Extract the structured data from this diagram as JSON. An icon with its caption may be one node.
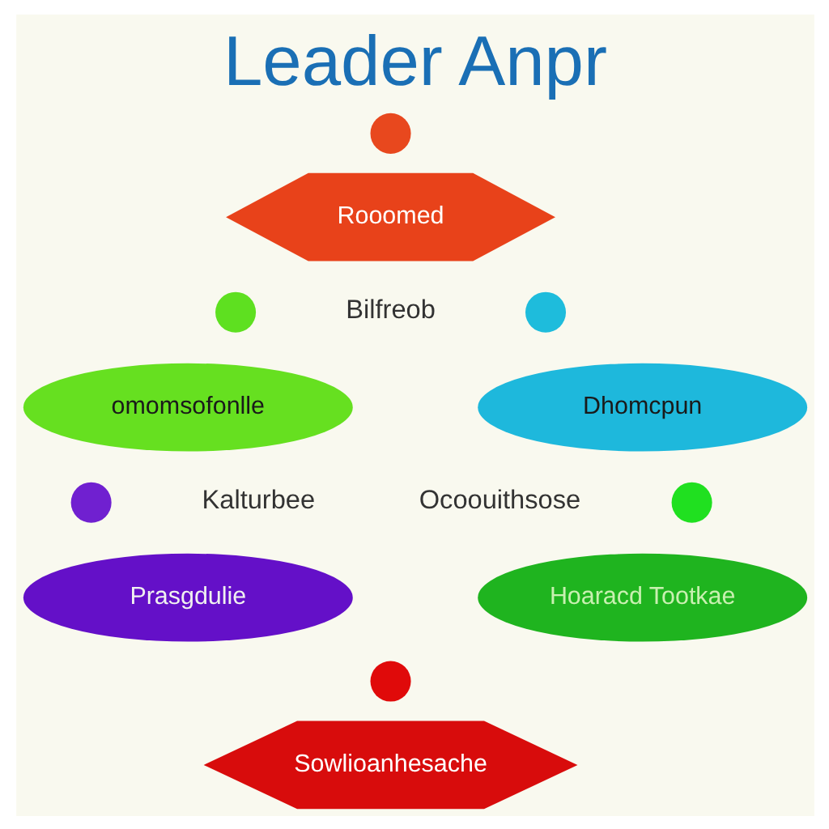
{
  "diagram": {
    "title": "Leader Anpr",
    "nodes": [
      {
        "text": [],
        "shape": "circle"
      },
      {
        "text": [
          "Rooomed"
        ]
      },
      {
        "text": [],
        "shape": "circle"
      },
      {
        "text": [],
        "shape": "circle"
      },
      {
        "text": [
          "omomsofonlle"
        ]
      },
      {
        "text": [
          "Dhomcpun"
        ]
      },
      {
        "text": [],
        "shape": "circle"
      },
      {
        "text": [],
        "shape": "circle"
      },
      {
        "text": [
          "Prasgdulie"
        ]
      },
      {
        "text": [
          "Hoaracd Tootkae"
        ]
      },
      {
        "text": [],
        "shape": "circle"
      },
      {
        "text": [
          "Sowlioanhesache"
        ]
      }
    ],
    "labels": [
      "Bilfreob",
      "Kalturbee",
      "Ocoouithsose"
    ]
  }
}
